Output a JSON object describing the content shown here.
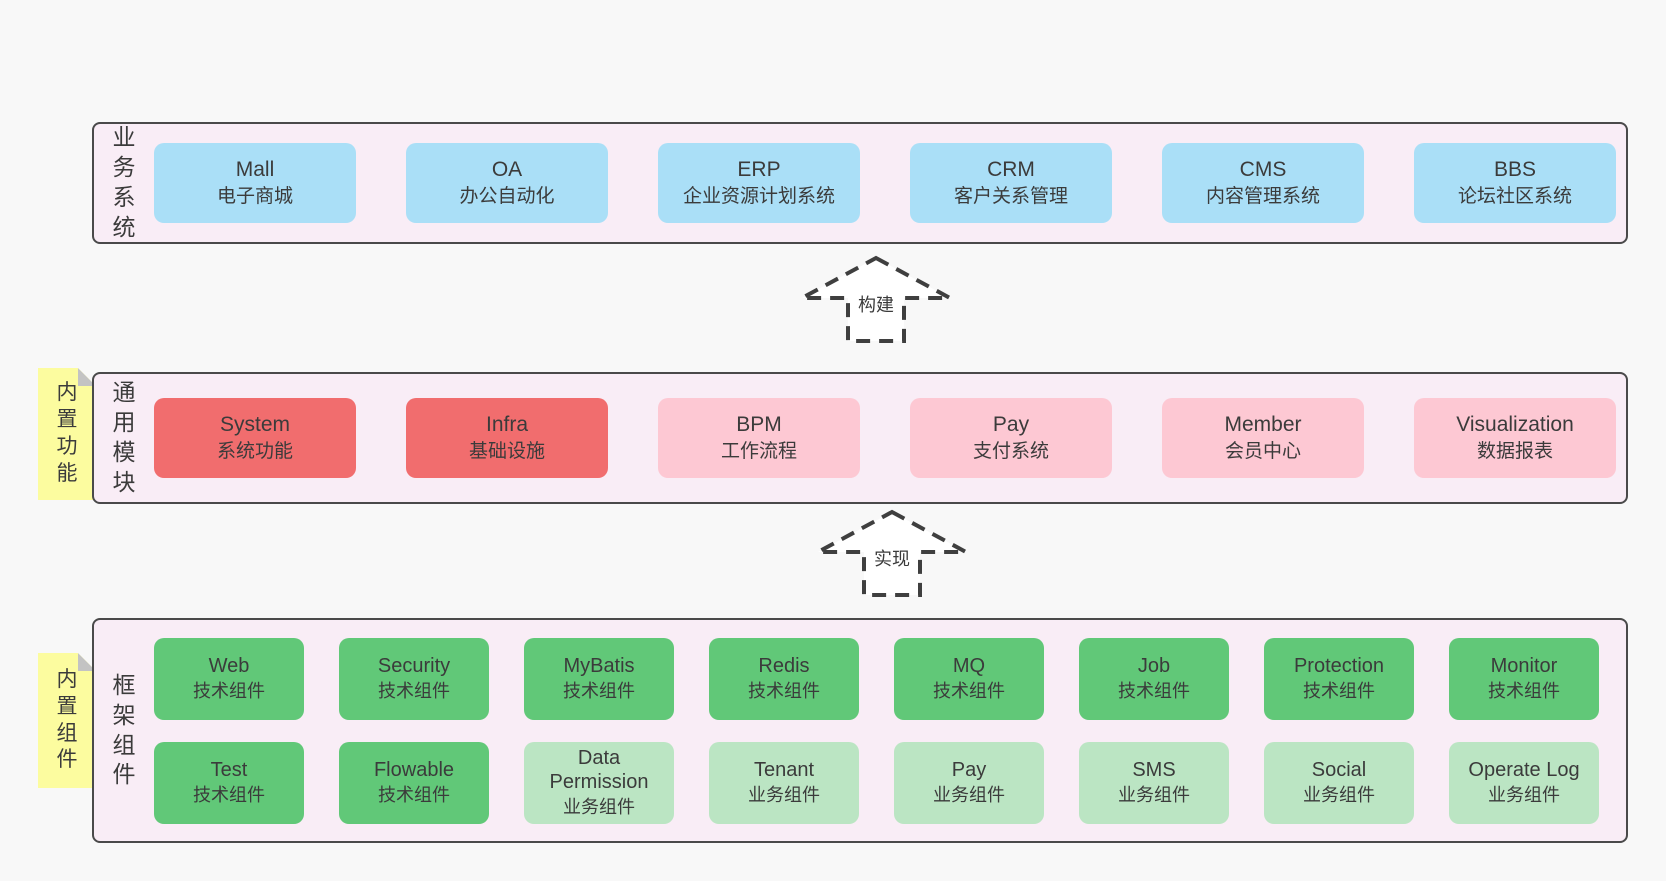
{
  "colors": {
    "bg": "#f8f8f8",
    "panel": "#f9edf6",
    "border": "#4a4a4a",
    "text": "#3b3b3b",
    "blue": "#aadff7",
    "red": "#f16d6e",
    "pink": "#fdc8d3",
    "green": "#61c878",
    "lightgreen": "#bbe5c3",
    "sticky": "#fcfc9f",
    "fold": "#c3c3c3",
    "arrow": "#3f3f3f"
  },
  "arrows": [
    {
      "label": "构建"
    },
    {
      "label": "实现"
    }
  ],
  "sections": {
    "business": {
      "label": "业务系统",
      "boxes": [
        {
          "name": "Mall",
          "desc": "电子商城",
          "variant": "blue"
        },
        {
          "name": "OA",
          "desc": "办公自动化",
          "variant": "blue"
        },
        {
          "name": "ERP",
          "desc": "企业资源计划系统",
          "variant": "blue"
        },
        {
          "name": "CRM",
          "desc": "客户关系管理",
          "variant": "blue"
        },
        {
          "name": "CMS",
          "desc": "内容管理系统",
          "variant": "blue"
        },
        {
          "name": "BBS",
          "desc": "论坛社区系统",
          "variant": "blue"
        }
      ]
    },
    "modules": {
      "sticky": "内置功能",
      "label": "通用模块",
      "boxes": [
        {
          "name": "System",
          "desc": "系统功能",
          "variant": "red"
        },
        {
          "name": "Infra",
          "desc": "基础设施",
          "variant": "red"
        },
        {
          "name": "BPM",
          "desc": "工作流程",
          "variant": "pink"
        },
        {
          "name": "Pay",
          "desc": "支付系统",
          "variant": "pink"
        },
        {
          "name": "Member",
          "desc": "会员中心",
          "variant": "pink"
        },
        {
          "name": "Visualization",
          "desc": "数据报表",
          "variant": "pink"
        }
      ]
    },
    "components": {
      "sticky": "内置组件",
      "label": "框架组件",
      "rows": [
        [
          {
            "name": "Web",
            "desc": "技术组件",
            "variant": "green"
          },
          {
            "name": "Security",
            "desc": "技术组件",
            "variant": "green"
          },
          {
            "name": "MyBatis",
            "desc": "技术组件",
            "variant": "green"
          },
          {
            "name": "Redis",
            "desc": "技术组件",
            "variant": "green"
          },
          {
            "name": "MQ",
            "desc": "技术组件",
            "variant": "green"
          },
          {
            "name": "Job",
            "desc": "技术组件",
            "variant": "green"
          },
          {
            "name": "Protection",
            "desc": "技术组件",
            "variant": "green"
          },
          {
            "name": "Monitor",
            "desc": "技术组件",
            "variant": "green"
          }
        ],
        [
          {
            "name": "Test",
            "desc": "技术组件",
            "variant": "green"
          },
          {
            "name": "Flowable",
            "desc": "技术组件",
            "variant": "green"
          },
          {
            "name": "Data Permission",
            "desc": "业务组件",
            "variant": "lightgreen"
          },
          {
            "name": "Tenant",
            "desc": "业务组件",
            "variant": "lightgreen"
          },
          {
            "name": "Pay",
            "desc": "业务组件",
            "variant": "lightgreen"
          },
          {
            "name": "SMS",
            "desc": "业务组件",
            "variant": "lightgreen"
          },
          {
            "name": "Social",
            "desc": "业务组件",
            "variant": "lightgreen"
          },
          {
            "name": "Operate Log",
            "desc": "业务组件",
            "variant": "lightgreen"
          }
        ]
      ]
    }
  }
}
